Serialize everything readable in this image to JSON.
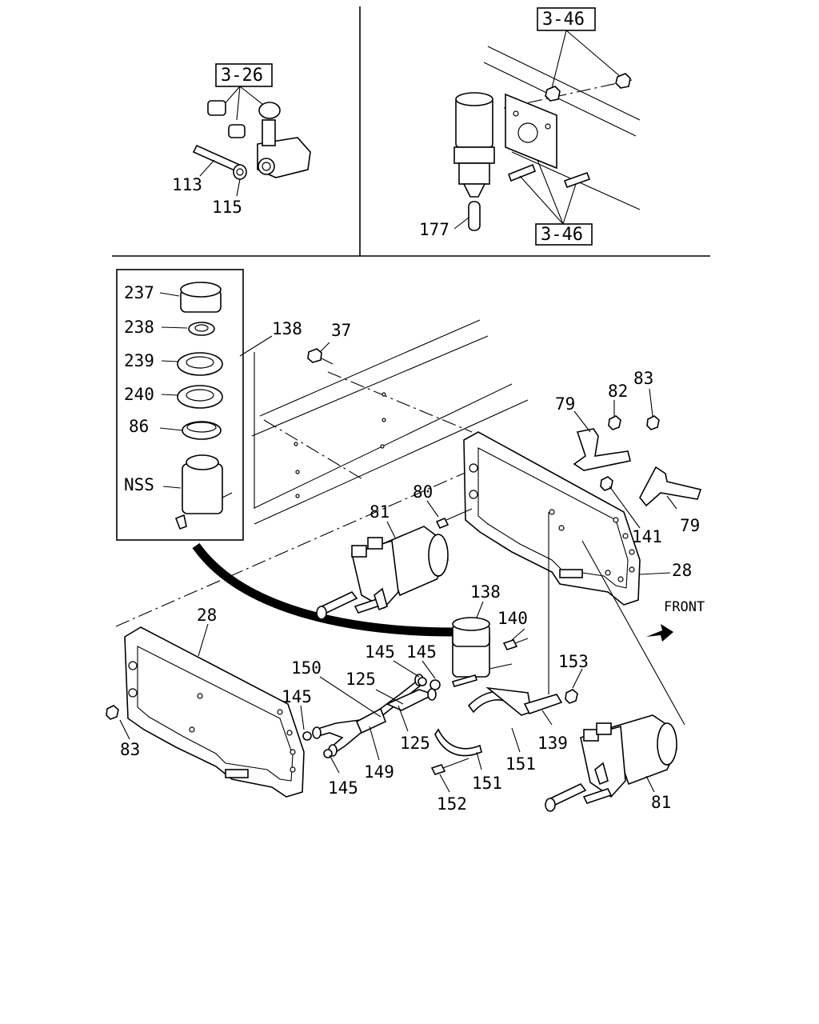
{
  "diagram": {
    "ref_boxes": [
      {
        "id": "ref-3-26",
        "text": "3-26"
      },
      {
        "id": "ref-3-46-top",
        "text": "3-46"
      },
      {
        "id": "ref-3-46-bottom",
        "text": "3-46"
      }
    ],
    "callouts": {
      "c113": "113",
      "c115": "115",
      "c177": "177",
      "c237": "237",
      "c238": "238",
      "c239": "239",
      "c240": "240",
      "c86": "86",
      "cNSS": "NSS",
      "c138a": "138",
      "c37": "37",
      "c79a": "79",
      "c82": "82",
      "c83a": "83",
      "c80": "80",
      "c81a": "81",
      "c141": "141",
      "c79b": "79",
      "c28a": "28",
      "c138b": "138",
      "c140": "140",
      "c28b": "28",
      "c145a": "145",
      "c145b": "145",
      "c150": "150",
      "c125a": "125",
      "c153": "153",
      "c145c": "145",
      "c83b": "83",
      "c125b": "125",
      "c139": "139",
      "c149": "149",
      "c151a": "151",
      "c145d": "145",
      "c151b": "151",
      "c152": "152",
      "c81b": "81"
    },
    "front_label": "FRONT"
  }
}
